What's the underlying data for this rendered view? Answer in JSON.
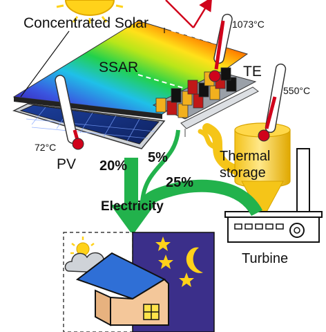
{
  "labels": {
    "concentrated_solar": "Concentrated Solar",
    "ssar": "SSAR",
    "te": "TE",
    "pv": "PV",
    "thermal_storage_line1": "Thermal",
    "thermal_storage_line2": "storage",
    "electricity": "Electricity",
    "turbine": "Turbine"
  },
  "temperatures": {
    "high": "1073°C",
    "mid": "550°C",
    "low": "72°C"
  },
  "percentages": {
    "pv": "20%",
    "te": "5%",
    "turbine": "25%"
  },
  "colors": {
    "flow_arrow": "#22b24c",
    "heat_arrow": "#f5c518",
    "night_sky": "#3b2f8a",
    "roof": "#2f6fd6",
    "wall": "#f4c79a",
    "sun": "#ffd21a",
    "moon_star": "#ffd21a",
    "thermometer_bulb": "#d0021b"
  }
}
